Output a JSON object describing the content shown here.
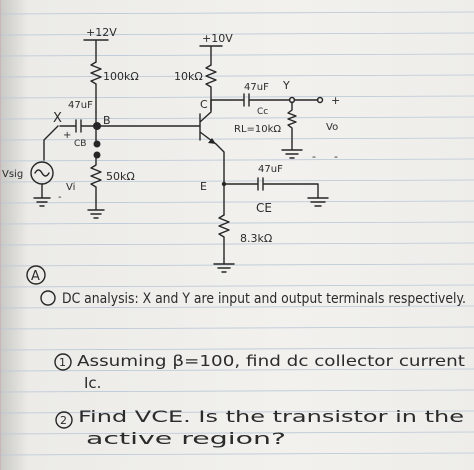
{
  "circuit": {
    "supply_base": "+12V",
    "supply_collector": "+10V",
    "r_base_top": "100kΩ",
    "r_base_bottom": "50kΩ",
    "r_collector": "10kΩ",
    "r_load": "RL=10kΩ",
    "r_emitter": "8.3kΩ",
    "cap_input": "47uF",
    "cap_input_name": "CB",
    "cap_output": "47uF",
    "cap_output_name": "Cc",
    "cap_emitter": "47uF",
    "cap_emitter_name": "CE",
    "node_b": "B",
    "node_c": "C",
    "node_e": "E",
    "node_x": "X",
    "node_y": "Y",
    "source_name": "Vsig",
    "input_voltage": "Vi",
    "output_voltage": "Vo",
    "output_plus": "+",
    "output_minus": "-",
    "plus_sign": "+",
    "minus_sign": "-"
  },
  "questions": {
    "part_label": "A",
    "intro": "DC analysis: X and Y are input and output terminals respectively.",
    "q1_number": "1",
    "q1_line1": "Assuming β=100, find dc collector current",
    "q1_line2": "Ic.",
    "q2_number": "2",
    "q2_line1": "Find VCE. Is the transistor in the",
    "q2_line2": "active region?"
  },
  "colors": {
    "paper": "#f2f1ed",
    "rule_line": "#b9c7d8",
    "margin_line": "#c9a3a8",
    "ink": "#262626"
  }
}
